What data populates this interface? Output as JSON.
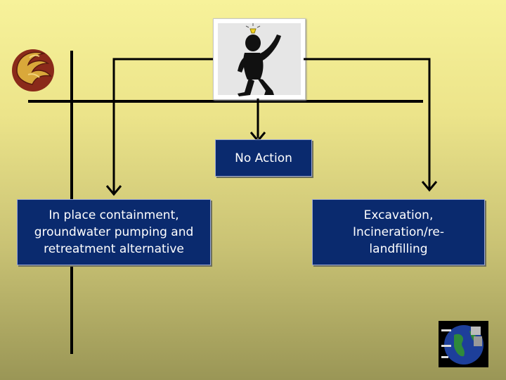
{
  "boxes": {
    "no_action": "No Action",
    "containment": "In place containment, groundwater pumping and retreatment alternative",
    "excavation": "Excavation, Incineration/re-landfilling"
  },
  "colors": {
    "background_top": "#f7f29a",
    "background_bottom": "#9a9656",
    "box_fill": "#0a2a6e",
    "line": "#000000"
  },
  "icons": [
    "pegasus-logo-icon",
    "thinking-person-icon",
    "globe-badge-icon"
  ]
}
